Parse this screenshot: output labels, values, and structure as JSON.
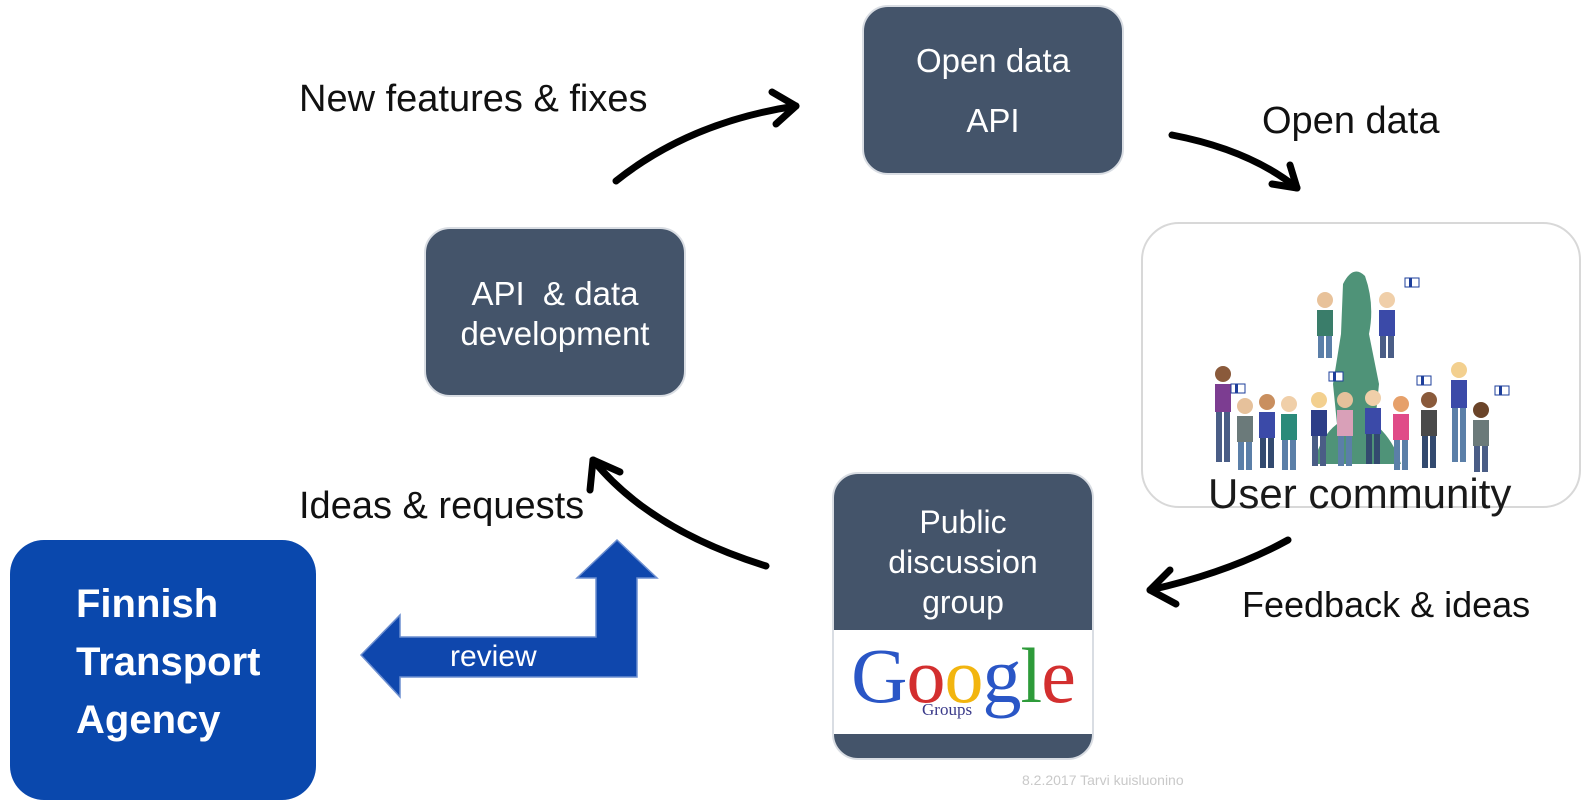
{
  "nodes": {
    "open_data_api": {
      "line1": "Open data",
      "line2": "API"
    },
    "api_development": {
      "line1": "API  & data",
      "line2": "development"
    },
    "public_group": {
      "line1": "Public",
      "line2": "discussion",
      "line3": "group"
    },
    "google_groups": {
      "word": "Google",
      "sub": "Groups"
    }
  },
  "community": {
    "label": "User community"
  },
  "flows": {
    "new_features": "New features & fixes",
    "open_data": "Open data",
    "feedback": "Feedback & ideas",
    "ideas_requests": "Ideas & requests",
    "review": "review"
  },
  "agency": {
    "line1": "Finnish",
    "line2": "Transport",
    "line3": "Agency"
  },
  "footer": {
    "text": "8.2.2017        Tarvi kuisluonino"
  },
  "colors": {
    "node_fill": "#44546a",
    "agency_blue": "#0a48ad",
    "arrow_blue": "#0f47ad",
    "arrow_black": "#000000",
    "google_blue": "#2a56c6",
    "google_red": "#d32f2f",
    "google_yellow": "#f2b50f",
    "google_green": "#2e9b3a"
  }
}
